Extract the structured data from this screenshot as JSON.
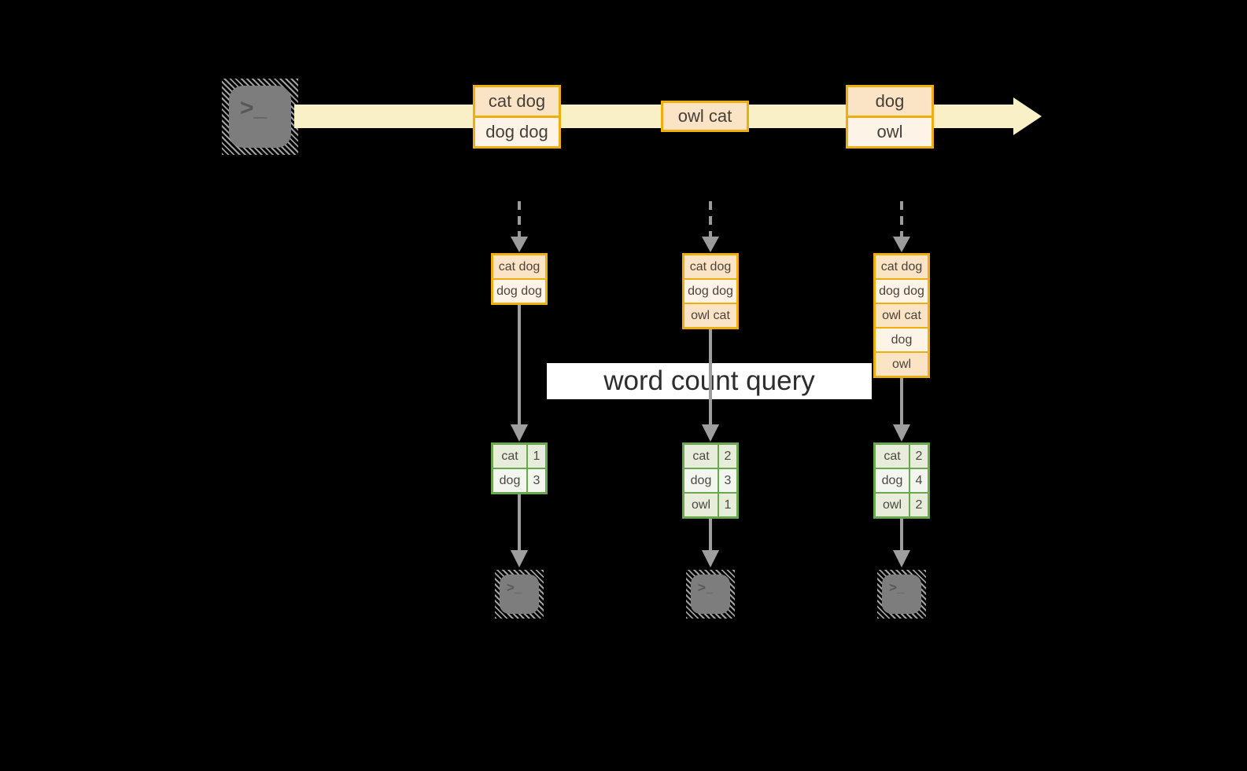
{
  "colors": {
    "background": "#000000",
    "timeline_yellow": "#faf0c8",
    "batch_border_orange": "#efae10",
    "batch_fill_dark": "#fbe3c6",
    "batch_fill_light": "#fdf3e6",
    "table_border_green": "#6aa84f",
    "table_fill_dark": "#e7edda",
    "table_fill_light": "#f3f6ee",
    "arrow_gray": "#9e9e9e",
    "terminal_gray": "#7d7d7d"
  },
  "icons": {
    "source_terminal": "terminal-icon",
    "sink_terminal": "terminal-icon",
    "terminal_glyph": ">_"
  },
  "timeline": {
    "batches": [
      {
        "rows": [
          "cat dog",
          "dog dog"
        ]
      },
      {
        "rows": [
          "owl cat"
        ]
      },
      {
        "rows": [
          "dog",
          "owl"
        ]
      }
    ]
  },
  "query_label": "word count query",
  "columns": [
    {
      "unbounded_table": [
        "cat dog",
        "dog dog"
      ],
      "word_counts": [
        {
          "word": "cat",
          "count": "1"
        },
        {
          "word": "dog",
          "count": "3"
        }
      ]
    },
    {
      "unbounded_table": [
        "cat dog",
        "dog dog",
        "owl cat"
      ],
      "word_counts": [
        {
          "word": "cat",
          "count": "2"
        },
        {
          "word": "dog",
          "count": "3"
        },
        {
          "word": "owl",
          "count": "1"
        }
      ]
    },
    {
      "unbounded_table": [
        "cat dog",
        "dog dog",
        "owl cat",
        "dog",
        "owl"
      ],
      "word_counts": [
        {
          "word": "cat",
          "count": "2"
        },
        {
          "word": "dog",
          "count": "4"
        },
        {
          "word": "owl",
          "count": "2"
        }
      ]
    }
  ]
}
